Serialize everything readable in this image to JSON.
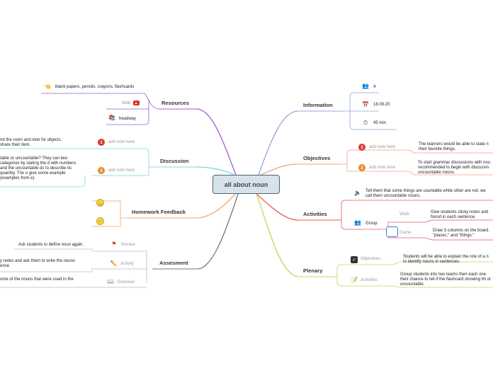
{
  "central": {
    "title": "all about noun"
  },
  "resources": {
    "title": "Resources",
    "items": {
      "papers": "blank papers, pencils, crayons, flashcards",
      "web": "Web",
      "headway": "headway"
    }
  },
  "discussion": {
    "title": "Discussion",
    "note1": "add note here",
    "text1": "nd the room and look for objects. share their item.",
    "note2": "add note here",
    "text2": "table or uncountable? They can two categories by stating the d with numbers and the uncountable ds to describe its quantity. The o give some example (examples from e)."
  },
  "homework": {
    "title": "Homework Feedback"
  },
  "assessment": {
    "title": "Assesment",
    "review_label": "Review",
    "review_text": "Ask students to define noun again.",
    "activity_label": "Activity",
    "activity_text": "y notes and ask them to write the nouns ence.",
    "overview_label": "Overview",
    "overview_text": "ome of the nouns that were used in the"
  },
  "information": {
    "title": "Information",
    "count": "4",
    "date": "18.09.20",
    "duration": "45 min"
  },
  "objectives": {
    "title": "Objectives",
    "note1": "add note here",
    "text1": "The learners would be able to state n their favorite things.",
    "note2": "add note here",
    "text2": "To start grammar discussions with nou recommended to begin with discussin uncountable nouns."
  },
  "activities": {
    "title": "Activities",
    "intro": "Tell them that some things are countable while other are not, we call them uncountable nouns.",
    "group_label": "Group",
    "work_label": "Work",
    "work_text": "Give students sticky notes and found in each sentence.",
    "game_label": "Game",
    "game_text": "Draw 3 columns on the board. \"places,\" and \"things.\""
  },
  "plenary": {
    "title": "Plenary",
    "objectives_label": "Objectives",
    "objectives_text": "Students will be able to explain the role of a n to identify nouns in sentences.",
    "activities_label": "Activities",
    "activities_text": "Group students into two teams then each one their chance to tell if the flashcard showing thi or uncountable."
  },
  "colors": {
    "resources": "#a05ad6",
    "discussion": "#7fd4d8",
    "homework": "#f0a060",
    "assessment": "#777777",
    "information": "#90a8d8",
    "objectives": "#f0a080",
    "activities": "#e85858",
    "plenary": "#b8dc58"
  }
}
